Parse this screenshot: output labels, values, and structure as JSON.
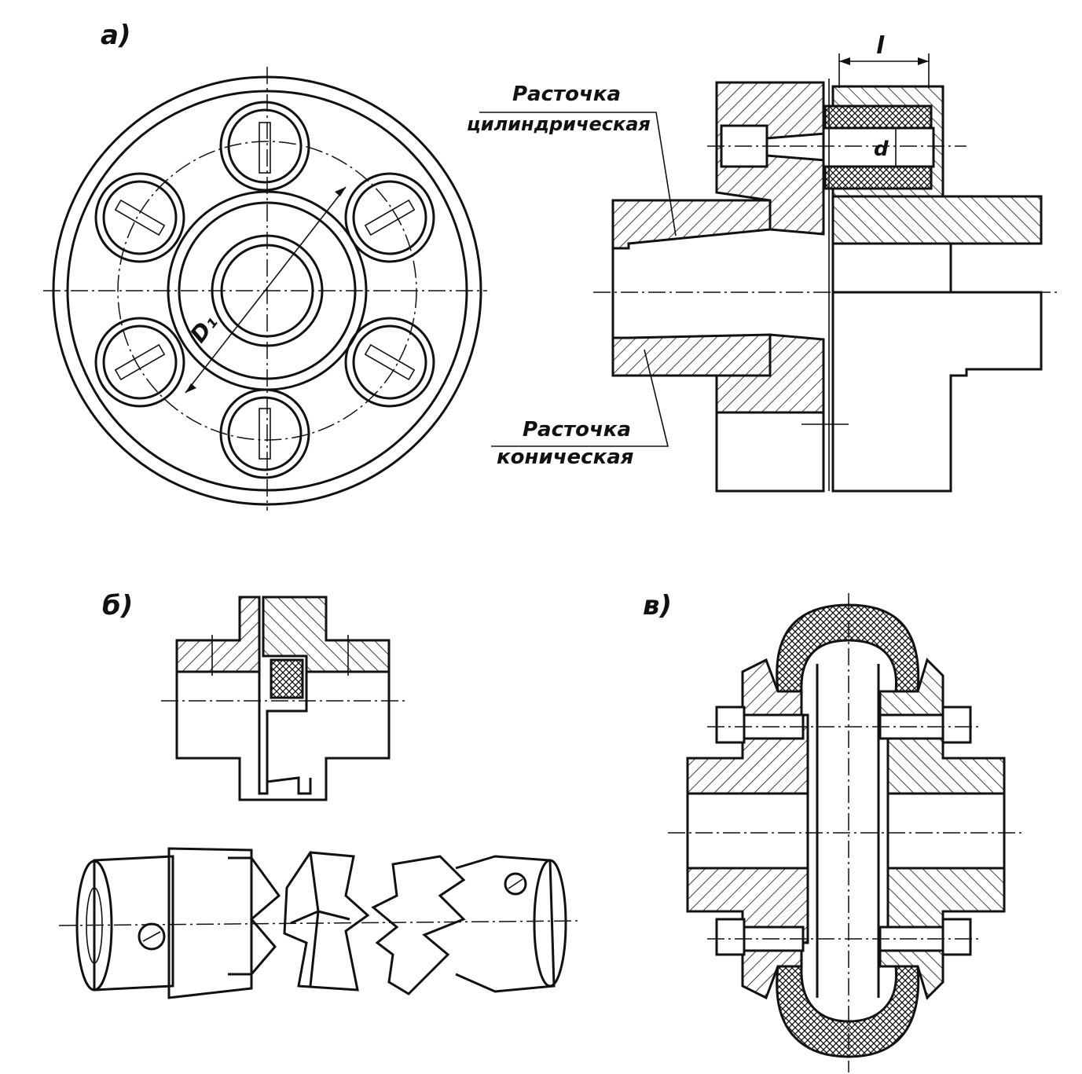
{
  "figure": {
    "labels": {
      "a": "а)",
      "b": "б)",
      "v": "в)"
    },
    "annotations": {
      "cyl_line1": "Расточка",
      "cyl_line2": "цилиндрическая",
      "con_line1": "Расточка",
      "con_line2": "коническая",
      "dim_l": "l",
      "dim_d": "d",
      "dim_D1": "D₁"
    }
  }
}
